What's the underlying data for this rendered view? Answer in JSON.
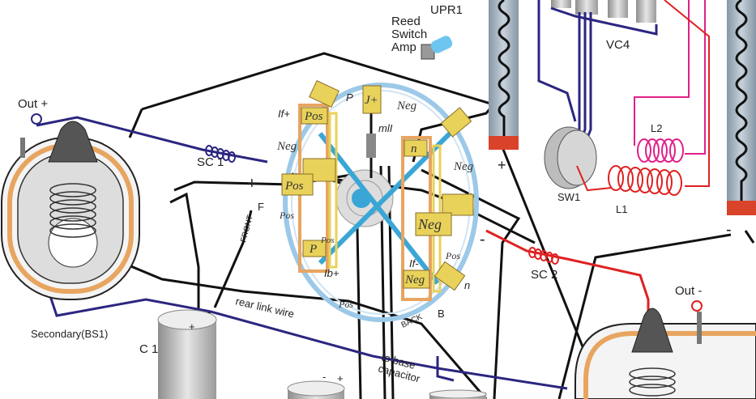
{
  "labels": {
    "upr1": "UPR1",
    "reed_switch": [
      "Reed",
      "Switch",
      "Amp"
    ],
    "vc4": "VC4",
    "l2": "L2",
    "l1": "L1",
    "sw1": "SW1",
    "out_plus": "Out +",
    "out_minus": "Out -",
    "sc1": "SC 1",
    "sc2": "SC 2",
    "plus": "+",
    "minus": "-",
    "f": "F",
    "front": "FRONT",
    "back": "BACK",
    "b": "B",
    "secondary": "Secondary(BS1)",
    "c1": "C 1",
    "rear_link": "rear link wire",
    "to_base": [
      "to base",
      "capacitor"
    ],
    "if_plus": "If+",
    "if_minus": "If-",
    "ib_plus": "Ib+",
    "j_plus": "J+",
    "ml1": "mlI",
    "pos": "Pos",
    "neg": "Neg",
    "p": "P",
    "n": "n"
  },
  "colors": {
    "wire_black": "#111111",
    "wire_blue": "#2b2680",
    "wire_red": "#e02020",
    "wire_pink": "#e0208a",
    "brush_yellow": "#e8d25a",
    "rotor_blue": "#3aa6d6",
    "ring_blue": "#9cc9e8",
    "tube_grey": "#a9b6c2",
    "cap_red": "#d9432a",
    "copper": "#e8a560"
  }
}
